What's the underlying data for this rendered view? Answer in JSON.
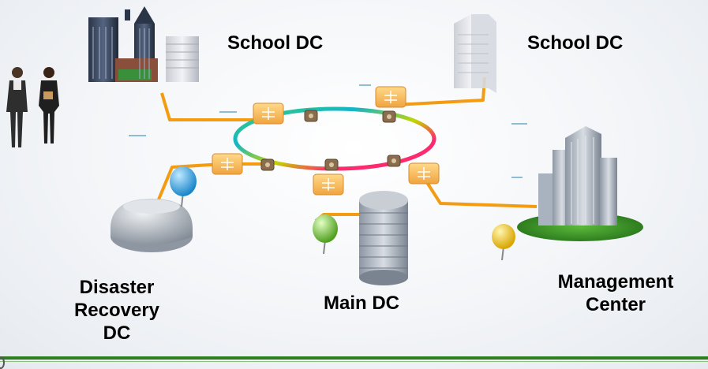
{
  "labels": {
    "school_dc_left": "School DC",
    "school_dc_right": "School DC",
    "main_dc": "Main DC",
    "management_center_line1": "Management",
    "management_center_line2": "Center",
    "disaster_recovery_line1": "Disaster",
    "disaster_recovery_line2": "Recovery",
    "disaster_recovery_line3": "DC"
  },
  "colors": {
    "link": "#f39c12",
    "ring": [
      "#ff2a6d",
      "#f6e300",
      "#3cd070",
      "#13b5c8",
      "#c2d600",
      "#ff2a6d"
    ],
    "pin_blue": "#2fa7e8",
    "pin_green": "#6fc23a",
    "pin_yellow": "#f3c500",
    "footer": "#2e7d1f"
  },
  "icons": [
    "router-icon",
    "switch-icon",
    "building-icon",
    "people-icon",
    "location-pin-icon"
  ]
}
